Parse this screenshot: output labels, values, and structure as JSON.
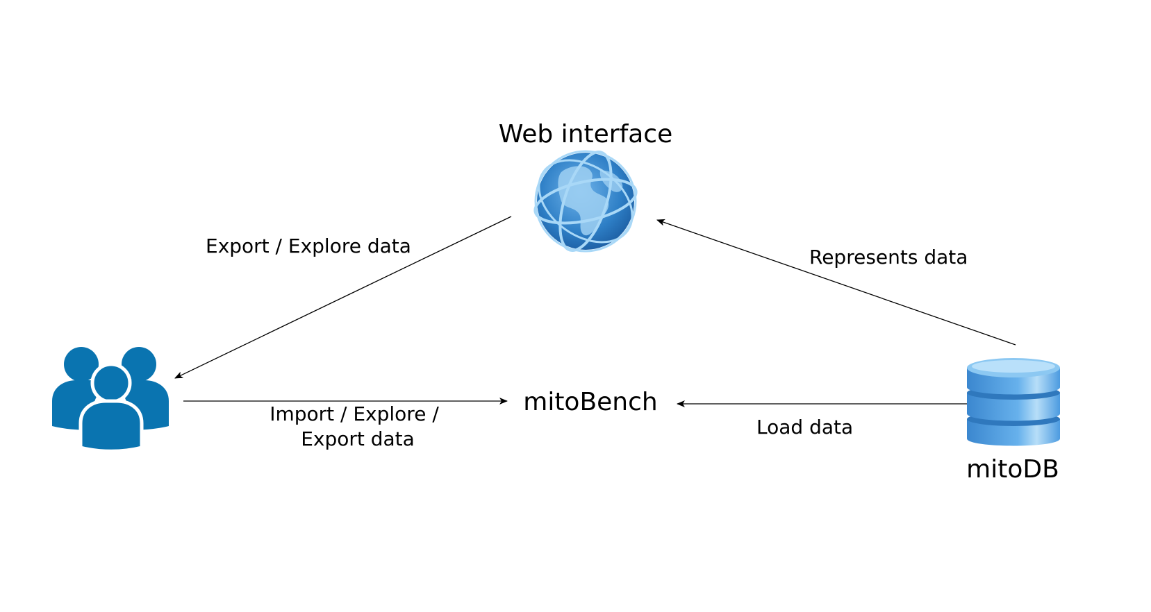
{
  "nodes": {
    "web_interface": {
      "label": "Web interface",
      "icon": "globe-icon"
    },
    "mitobench": {
      "label": "mitoBench"
    },
    "mitodb": {
      "label": "mitoDB",
      "icon": "database-icon"
    },
    "users": {
      "icon": "users-icon"
    }
  },
  "edges": {
    "web_to_users": {
      "label": "Export / Explore data"
    },
    "db_to_web": {
      "label": "Represents data"
    },
    "users_to_bench": {
      "label_line1": "Import / Explore /",
      "label_line2": "Export data"
    },
    "db_to_bench": {
      "label": "Load data"
    }
  },
  "colors": {
    "users_blue": "#0a74b0",
    "globe_blue": "#2e7fc6",
    "globe_light": "#9fd0f2",
    "db_blue": "#3f93d8",
    "db_light": "#9fd2f5"
  }
}
